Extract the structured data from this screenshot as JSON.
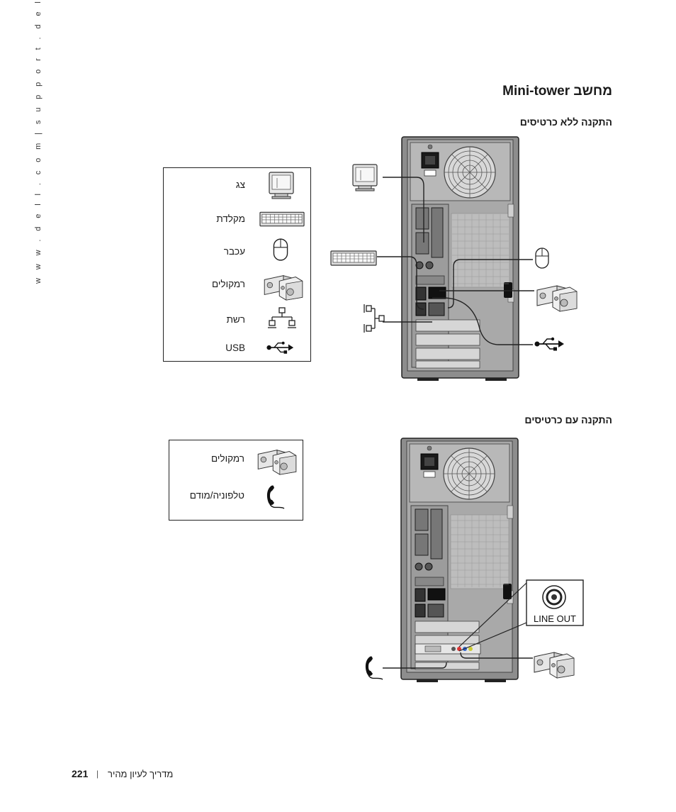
{
  "side_url": "w w w . d e l l . c o m   |   s u p p o r t . d e l l . c o m",
  "title": "מחשב Mini-tower",
  "section1": {
    "heading": "התקנה ללא כרטיסים",
    "legend": [
      {
        "label": "צג",
        "icon": "monitor-icon"
      },
      {
        "label": "מקלדת",
        "icon": "keyboard-icon"
      },
      {
        "label": "עכבר",
        "icon": "mouse-icon"
      },
      {
        "label": "רמקולים",
        "icon": "speakers-icon"
      },
      {
        "label": "רשת",
        "icon": "network-icon"
      },
      {
        "label": "USB",
        "icon": "usb-icon"
      }
    ]
  },
  "section2": {
    "heading": "התקנה עם כרטיסים",
    "legend": [
      {
        "label": "רמקולים",
        "icon": "speakers-icon"
      },
      {
        "label": "טלפוניה/מודם",
        "icon": "phone-icon"
      }
    ],
    "callout": "LINE OUT"
  },
  "footer": {
    "page_number": "221",
    "separator": "|",
    "guide": "מדריך לעיון מהיר"
  }
}
